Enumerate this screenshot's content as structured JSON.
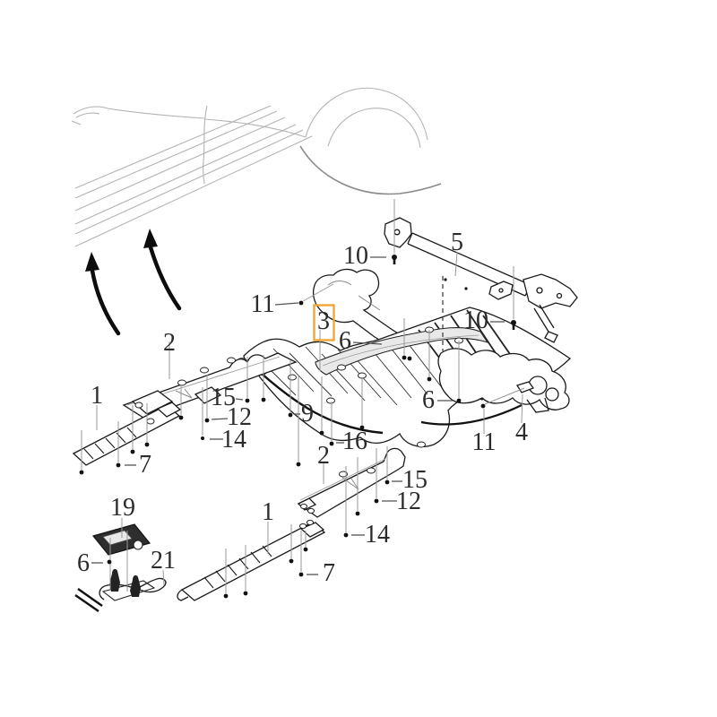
{
  "diagram": {
    "kind": "exploded-parts-diagram",
    "subject": "vehicle underbody shields and sill moulding parts",
    "highlight": {
      "callout": "3",
      "box_color": "#F2A63A"
    },
    "callouts": [
      {
        "id": "10-top",
        "text": "10"
      },
      {
        "id": "5",
        "text": "5"
      },
      {
        "id": "11-upper",
        "text": "11"
      },
      {
        "id": "3",
        "text": "3",
        "highlighted": true
      },
      {
        "id": "10-right",
        "text": "10"
      },
      {
        "id": "6-center",
        "text": "6"
      },
      {
        "id": "2-left",
        "text": "2"
      },
      {
        "id": "1-left",
        "text": "1"
      },
      {
        "id": "15-left",
        "text": "15"
      },
      {
        "id": "12-left",
        "text": "12"
      },
      {
        "id": "9",
        "text": "9"
      },
      {
        "id": "14-left",
        "text": "14"
      },
      {
        "id": "7-left",
        "text": "7"
      },
      {
        "id": "16",
        "text": "16"
      },
      {
        "id": "2-lower",
        "text": "2"
      },
      {
        "id": "6-right",
        "text": "6"
      },
      {
        "id": "11-lower",
        "text": "11"
      },
      {
        "id": "4",
        "text": "4"
      },
      {
        "id": "15-lower",
        "text": "15"
      },
      {
        "id": "12-lower",
        "text": "12"
      },
      {
        "id": "1-lower",
        "text": "1"
      },
      {
        "id": "14-lower",
        "text": "14"
      },
      {
        "id": "7-lower",
        "text": "7"
      },
      {
        "id": "19",
        "text": "19"
      },
      {
        "id": "6-lower-left",
        "text": "6"
      },
      {
        "id": "21",
        "text": "21"
      }
    ]
  }
}
